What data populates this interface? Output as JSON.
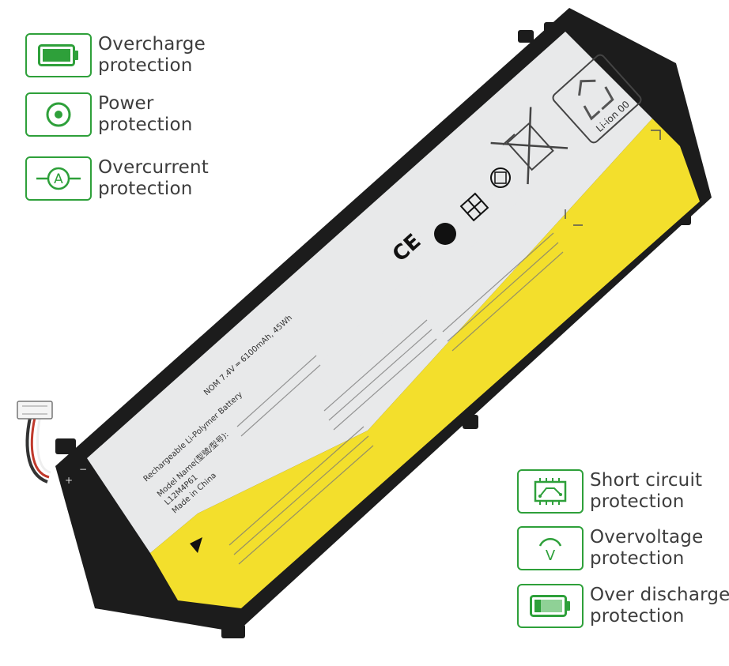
{
  "colors": {
    "accent_green": "#2ea03a",
    "label_gray": "#3d3d3d",
    "battery_yellow": "#f3df2c",
    "battery_silver": "#e8e9ea",
    "battery_black": "#1c1c1c"
  },
  "features": [
    {
      "id": "overcharge",
      "line1": "Overcharge",
      "line2": "protection",
      "icon": "battery-full-icon"
    },
    {
      "id": "power",
      "line1": "Power",
      "line2": "protection",
      "icon": "power-circle-icon"
    },
    {
      "id": "overcurrent",
      "line1": "Overcurrent",
      "line2": "protection",
      "icon": "ammeter-icon"
    },
    {
      "id": "short-circuit",
      "line1": "Short circuit",
      "line2": "protection",
      "icon": "circuit-board-icon"
    },
    {
      "id": "overvoltage",
      "line1": "Overvoltage",
      "line2": "protection",
      "icon": "voltmeter-icon"
    },
    {
      "id": "over-discharge",
      "line1": "Over discharge",
      "line2": "protection",
      "icon": "battery-low-icon"
    }
  ],
  "icon_glyphs": {
    "ammeter": "A",
    "voltmeter": "V"
  },
  "battery_label": {
    "title_en": "Rechargeable Li-Polymer Battery",
    "model_line": "Model Name(型號/型号):",
    "model": "L12M4P61",
    "origin": "Made in China",
    "rating": "NOM 7.4V ═ 6100mAh, 45Wh",
    "recycle_text": "Li-ion 00",
    "polarity_plus": "+",
    "polarity_minus": "−",
    "marks": {
      "ce": "CE"
    }
  }
}
